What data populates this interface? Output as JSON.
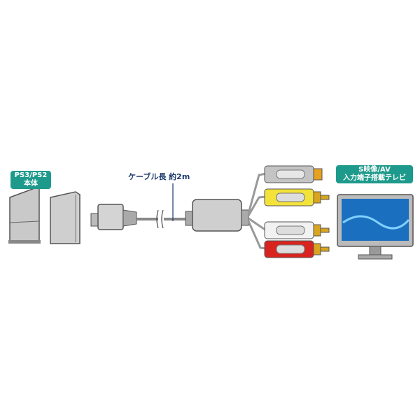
{
  "labels": {
    "console": "PS3/PS2 本体",
    "cable_length": "ケーブル長 約2m",
    "tv_line1": "S映像/AV",
    "tv_line2": "入力端子搭載テレビ"
  },
  "colors": {
    "label_bg": "#1e9a8c",
    "plug_yellow": "#f3e23a",
    "plug_red": "#d8231f",
    "plug_gray": "#bdbdbd",
    "screen": "#1b6fbf"
  }
}
